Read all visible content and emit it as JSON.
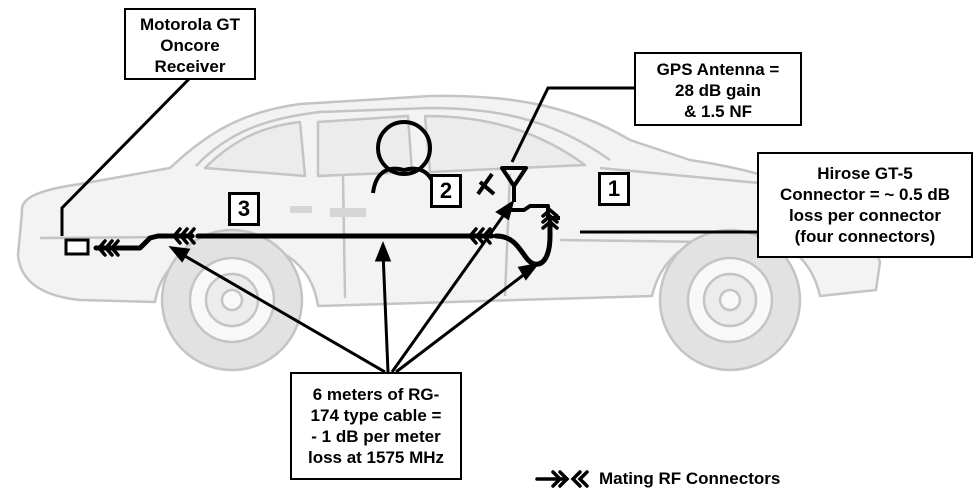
{
  "callouts": {
    "receiver": [
      "Motorola GT",
      "Oncore",
      "Receiver"
    ],
    "antenna": [
      "GPS Antenna =",
      "28 dB gain",
      "& 1.5 NF"
    ],
    "connector": [
      "Hirose GT-5",
      "Connector = ~ 0.5 dB",
      "loss per connector",
      "(four connectors)"
    ],
    "cable": [
      "6 meters of RG-",
      "174 type cable =",
      "- 1 dB per meter",
      "loss at 1575 MHz"
    ]
  },
  "markers": [
    "1",
    "2",
    "3"
  ],
  "legend": {
    "label": "Mating RF Connectors",
    "icon": "mating-connector-icon"
  },
  "colors": {
    "car_outline": "#c8c8c8",
    "car_fill": "#f2f2f2",
    "line": "#000000"
  }
}
